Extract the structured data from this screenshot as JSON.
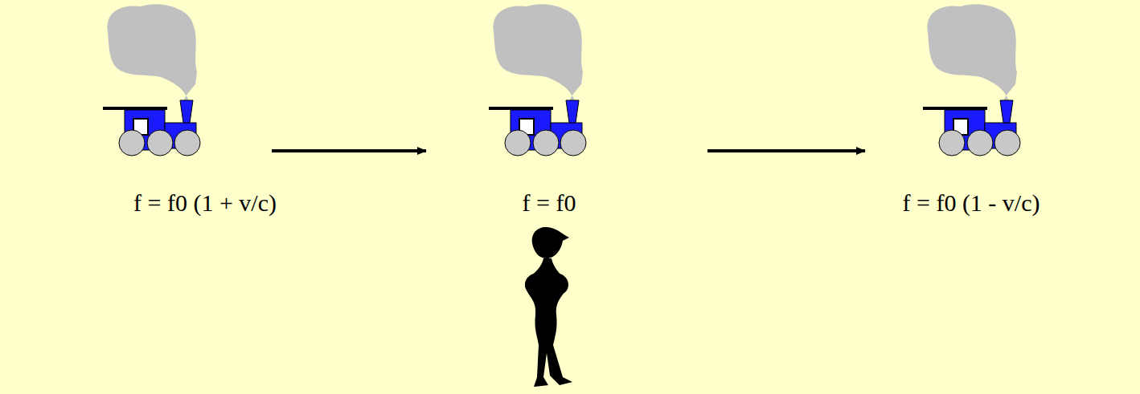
{
  "diagram": {
    "labels": [
      "f = f0 (1 + v/c)",
      "f = f0",
      "f = f0 (1 - v/c)"
    ]
  }
}
